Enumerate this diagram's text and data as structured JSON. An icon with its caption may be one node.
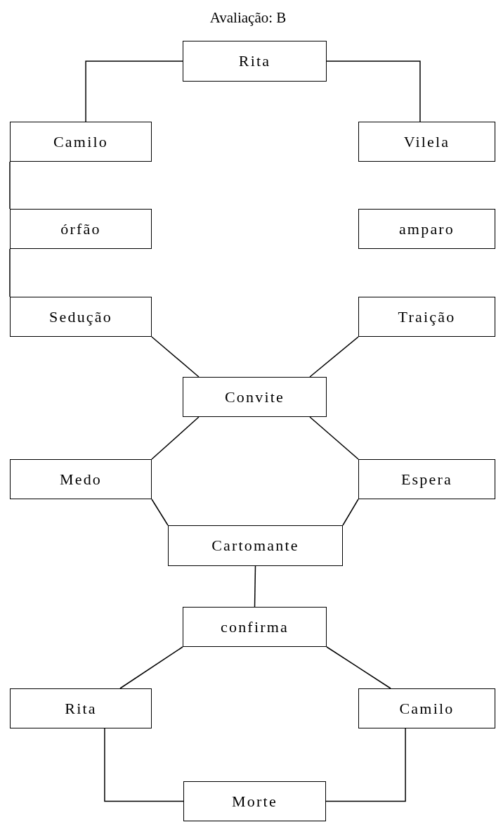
{
  "diagram": {
    "title": "Avaliação: B",
    "nodes": [
      {
        "text": [
          "Rita"
        ]
      },
      {
        "text": [
          "Camilo"
        ]
      },
      {
        "text": [
          "Vilela"
        ]
      },
      {
        "text": [
          "órfão"
        ]
      },
      {
        "text": [
          "amparo"
        ]
      },
      {
        "text": [
          "Sedução"
        ]
      },
      {
        "text": [
          "Traição"
        ]
      },
      {
        "text": [
          "Convite"
        ]
      },
      {
        "text": [
          "Medo"
        ]
      },
      {
        "text": [
          "Espera"
        ]
      },
      {
        "text": [
          "Cartomante"
        ]
      },
      {
        "text": [
          "confirma"
        ]
      },
      {
        "text": [
          "Rita"
        ]
      },
      {
        "text": [
          "Camilo"
        ]
      },
      {
        "text": [
          "Morte"
        ]
      }
    ],
    "edges": [
      {
        "from": 0,
        "to": 1,
        "arrow": "none"
      },
      {
        "from": 0,
        "to": 2,
        "arrow": "none"
      },
      {
        "from": 1,
        "to": 3,
        "arrow": "none"
      },
      {
        "from": 3,
        "to": 5,
        "arrow": "none"
      },
      {
        "from": 5,
        "to": 7,
        "arrow": "none"
      },
      {
        "from": 6,
        "to": 7,
        "arrow": "none"
      },
      {
        "from": 7,
        "to": 8,
        "arrow": "none"
      },
      {
        "from": 7,
        "to": 9,
        "arrow": "none"
      },
      {
        "from": 8,
        "to": 10,
        "arrow": "none"
      },
      {
        "from": 9,
        "to": 10,
        "arrow": "none"
      },
      {
        "from": 10,
        "to": 11,
        "arrow": "none"
      },
      {
        "from": 11,
        "to": 12,
        "arrow": "none"
      },
      {
        "from": 11,
        "to": 13,
        "arrow": "none"
      },
      {
        "from": 12,
        "to": 14,
        "arrow": "none"
      },
      {
        "from": 13,
        "to": 14,
        "arrow": "none"
      }
    ]
  }
}
